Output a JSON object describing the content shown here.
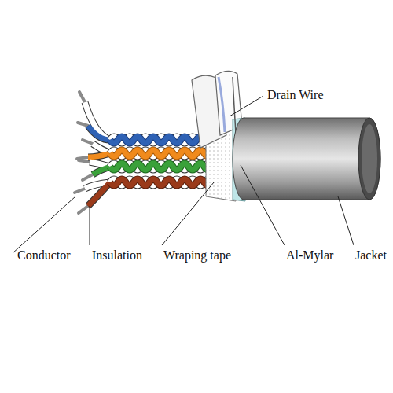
{
  "diagram": {
    "labels": [
      "Drain Wire",
      "Conductor",
      "Insulation",
      "Wraping tape",
      "Al-Mylar",
      "Jacket"
    ]
  }
}
